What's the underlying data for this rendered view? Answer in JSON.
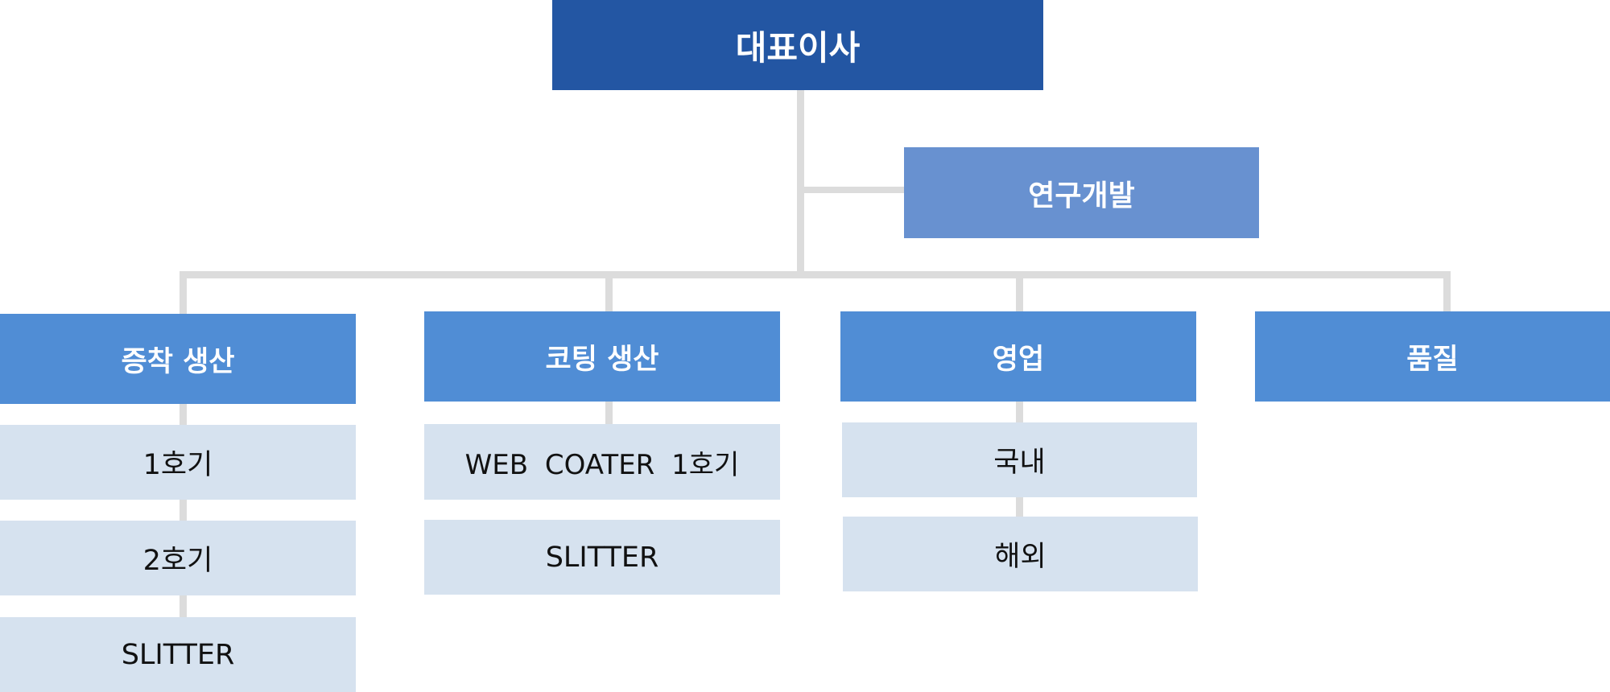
{
  "ceo": {
    "label": "대표이사"
  },
  "rnd": {
    "label": "연구개발"
  },
  "departments": [
    {
      "label": "증착 생산",
      "children": [
        "1호기",
        "2호기",
        "SLITTER"
      ]
    },
    {
      "label": "코팅 생산",
      "children": [
        "WEB COATER 1호기",
        "SLITTER"
      ]
    },
    {
      "label": "영업",
      "children": [
        "국내",
        "해외"
      ]
    },
    {
      "label": "품질",
      "children": []
    }
  ],
  "colors": {
    "ceo": "#2356a3",
    "rnd": "#6891d0",
    "department": "#508dd5",
    "sub_unit": "#d6e2ef",
    "connector": "#dcdcdc"
  }
}
